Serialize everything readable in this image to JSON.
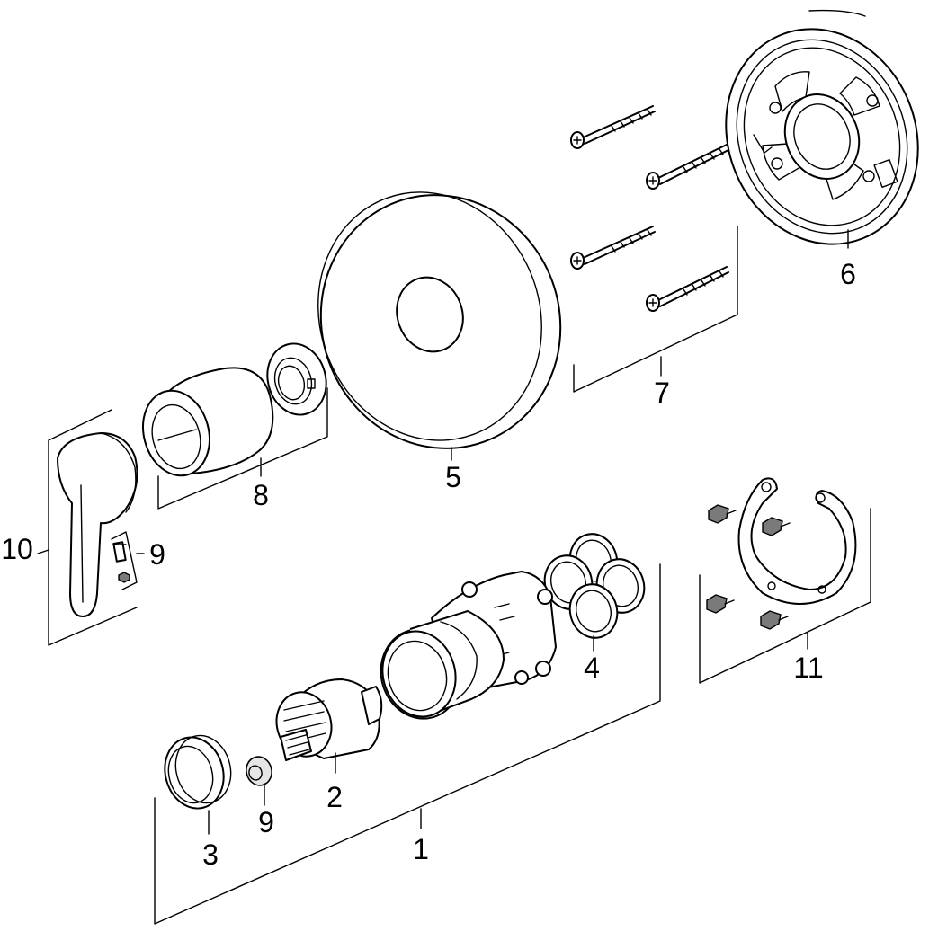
{
  "callouts": {
    "p1": "1",
    "p2": "2",
    "p3": "3",
    "p4": "4",
    "p5": "5",
    "p6": "6",
    "p7": "7",
    "p8": "8",
    "p9a": "9",
    "p9b": "9",
    "p10": "10",
    "p11": "11"
  }
}
